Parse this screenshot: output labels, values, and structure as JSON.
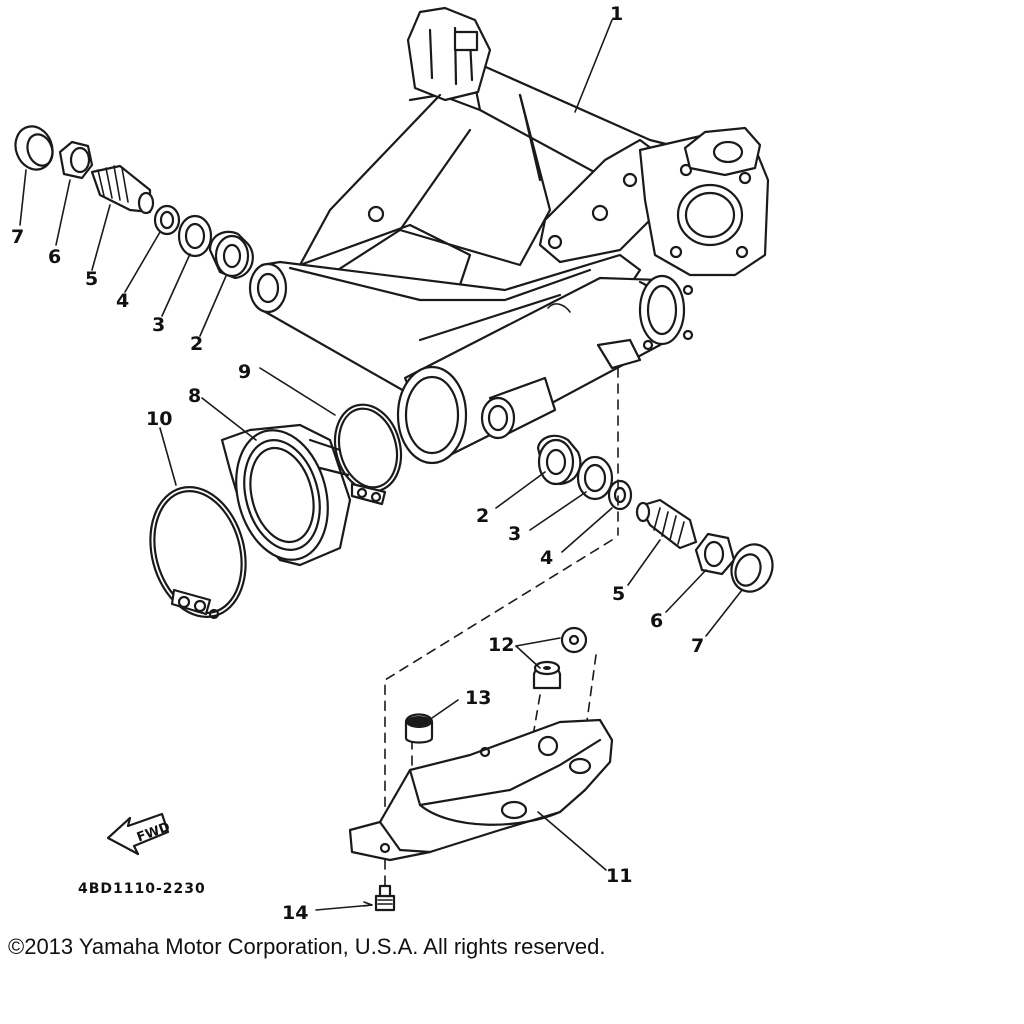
{
  "diagram": {
    "callouts": {
      "c1": "1",
      "c2a": "2",
      "c3a": "3",
      "c4a": "4",
      "c5a": "5",
      "c6a": "6",
      "c7a": "7",
      "c8": "8",
      "c9": "9",
      "c10": "10",
      "c2b": "2",
      "c3b": "3",
      "c4b": "4",
      "c5b": "5",
      "c6b": "6",
      "c7b": "7",
      "c11": "11",
      "c12": "12",
      "c13": "13",
      "c14": "14"
    },
    "direction_label": "FWD",
    "part_code": "4BD1110-2230"
  },
  "copyright": "©2013 Yamaha Motor Corporation, U.S.A. All rights reserved."
}
